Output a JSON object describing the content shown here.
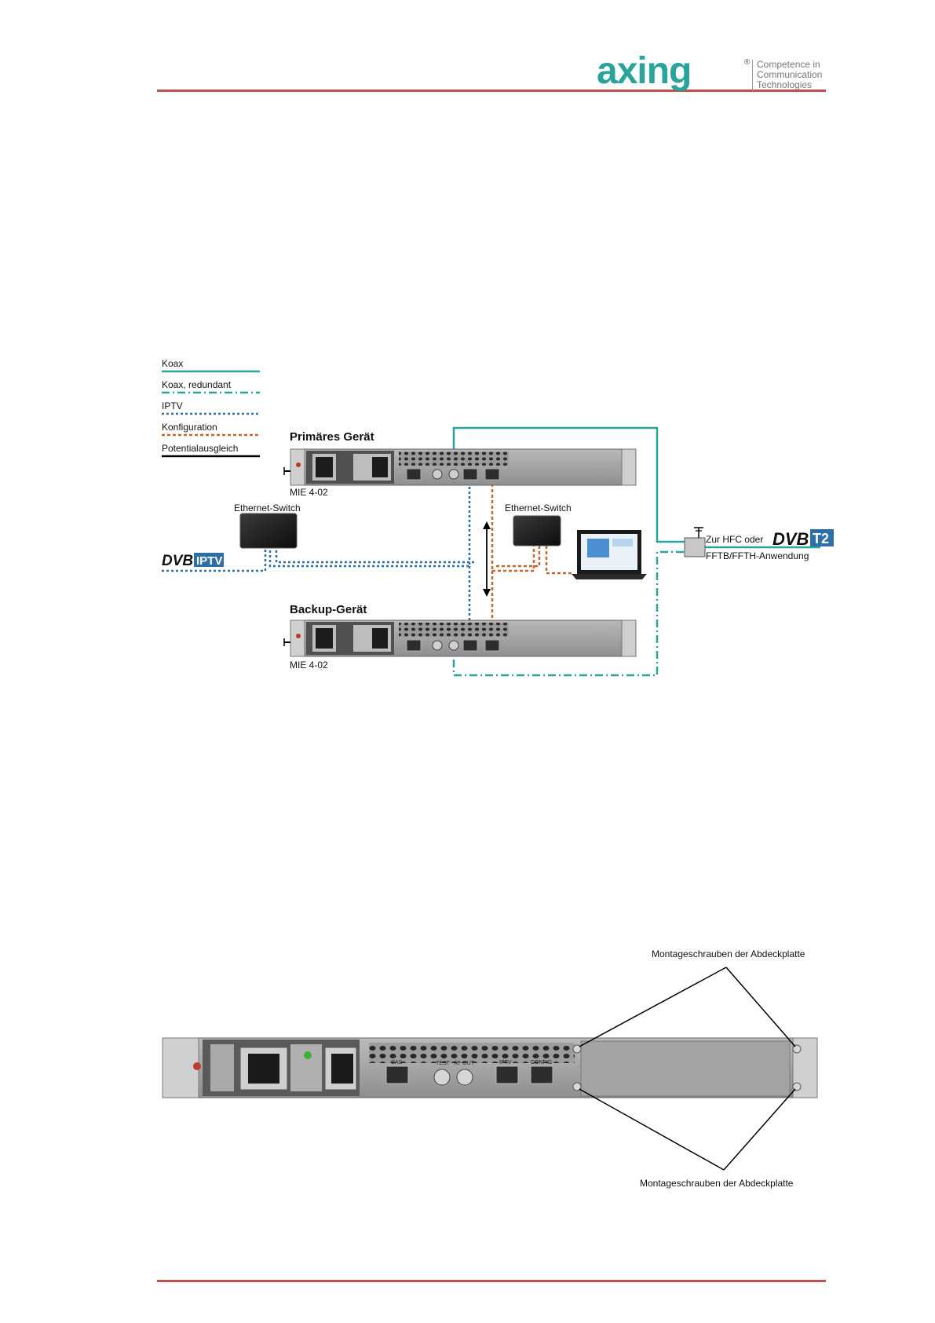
{
  "brand": {
    "name": "axing",
    "registered": "®",
    "tagline": [
      "Competence in",
      "Communication",
      "Technologies"
    ]
  },
  "colors": {
    "header_rule": "#c0504d",
    "koax": "#2aa39b",
    "iptv": "#2e6fa8",
    "konfiguration": "#c1692f",
    "potentialausgleich": "#000000"
  },
  "legend": {
    "items": [
      {
        "label": "Koax",
        "style": "solid",
        "color": "#2aa39b"
      },
      {
        "label": "Koax, redundant",
        "style": "dashdot",
        "color": "#2aa39b"
      },
      {
        "label": "IPTV",
        "style": "dotted",
        "color": "#2e6fa8"
      },
      {
        "label": "Konfiguration",
        "style": "dashed",
        "color": "#c1692f"
      },
      {
        "label": "Potentialausgleich",
        "style": "solid",
        "color": "#000000"
      }
    ]
  },
  "diagram1": {
    "primary_title": "Primäres Gerät",
    "primary_model": "MIE 4-02",
    "backup_title": "Backup-Gerät",
    "backup_model": "MIE 4-02",
    "switch_left": "Ethernet-Switch",
    "switch_right": "Ethernet-Switch",
    "dvb_iptv_logo_dvb": "DVB",
    "dvb_iptv_logo_iptv": "IPTV",
    "dvb_t2_logo_dvb": "DVB",
    "dvb_t2_logo_t2": "T2",
    "hfc_line1": "Zur HFC oder",
    "hfc_line2": "FFTB/FFTH-Anwendung"
  },
  "diagram2": {
    "label_top": "Montageschrauben der Abdeckplatte",
    "label_bottom": "Montageschrauben der Abdeckplatte",
    "port_labels": [
      "CAS",
      "TEST",
      "RF OUT",
      "IPTV",
      "CONFIG"
    ]
  }
}
